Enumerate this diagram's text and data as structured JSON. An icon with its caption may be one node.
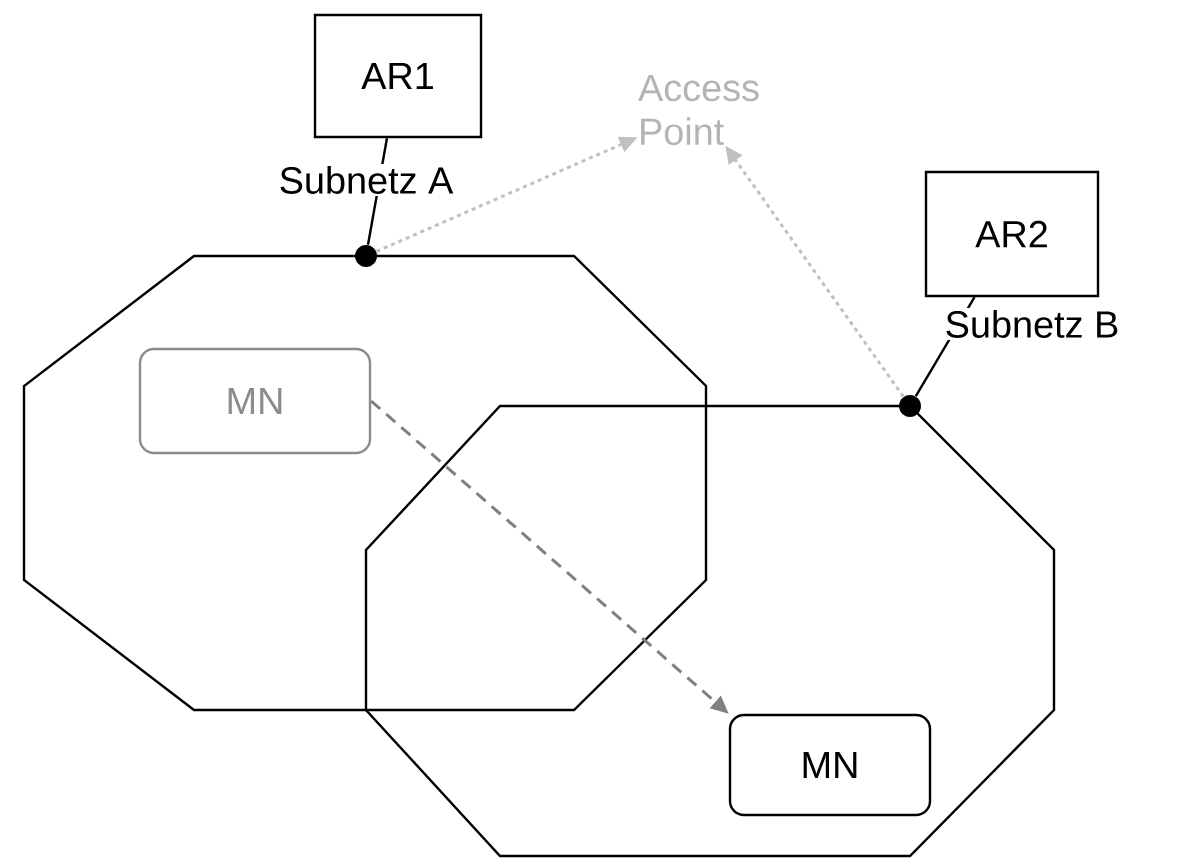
{
  "diagram": {
    "nodes": [
      {
        "text": [
          "AR1"
        ],
        "beside": [
          "Subnetz A"
        ]
      },
      {
        "text": [
          "AR2"
        ],
        "beside": [
          "Subnetz B"
        ]
      },
      {
        "text": [],
        "shape": "octagon"
      },
      {
        "text": [],
        "shape": "octagon"
      },
      {
        "text": [],
        "shape": "circle"
      },
      {
        "text": [],
        "shape": "circle"
      },
      {
        "text": [
          "Access Point"
        ]
      },
      {
        "text": [
          "MN"
        ],
        "in": 2
      },
      {
        "text": [
          "MN"
        ],
        "in": 3
      }
    ],
    "edges": [
      {
        "from": 4,
        "to": 0,
        "arrow": "none"
      },
      {
        "from": 5,
        "to": 1,
        "arrow": "none"
      },
      {
        "from": 4,
        "to": 6,
        "arrow": "to",
        "style": "dashed",
        "color": "#c0c0c0"
      },
      {
        "from": 5,
        "to": 6,
        "arrow": "to",
        "style": "dashed",
        "color": "#c0c0c0"
      },
      {
        "from": 7,
        "to": 8,
        "arrow": "to",
        "style": "dashed",
        "color": "#808080"
      }
    ]
  }
}
